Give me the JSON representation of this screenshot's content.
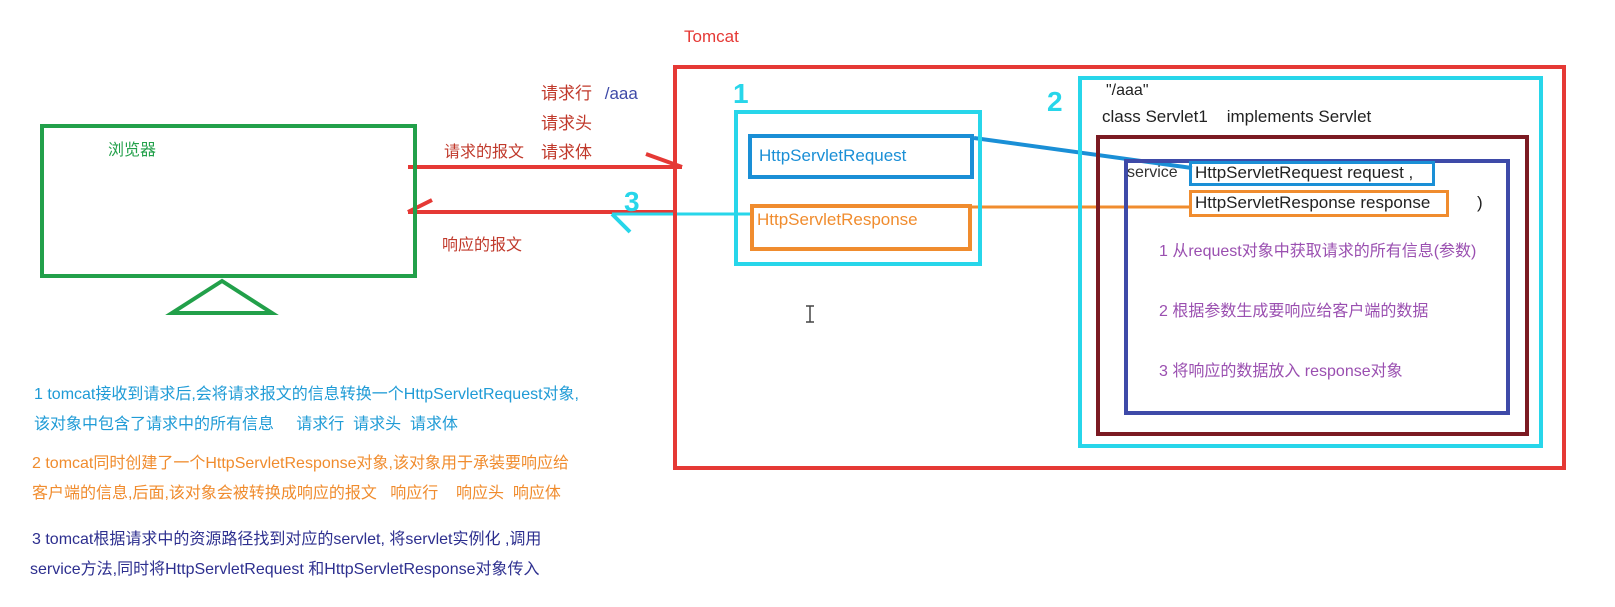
{
  "colors": {
    "red": "#e53935",
    "green": "#22a04a",
    "cyan": "#27d6ea",
    "blue": "#1a8fd6",
    "orange": "#f08c2e",
    "darkred": "#7b1a22",
    "indigo": "#3e4aa8",
    "purple": "#9a4fb0",
    "navy": "#2d2f8f"
  },
  "tomcat_label": "Tomcat",
  "browser": {
    "label": "浏览器"
  },
  "request": {
    "line": "请求行",
    "path": "/aaa",
    "header": "请求头",
    "body": "请求体",
    "message_label": "请求的报文"
  },
  "response": {
    "message_label": "响应的报文"
  },
  "step_numbers": {
    "one": "1",
    "two": "2",
    "three": "3"
  },
  "objects": {
    "request_object": "HttpServletRequest",
    "response_object": "HttpServletResponse"
  },
  "servlet": {
    "mapping": "\"/aaa\"",
    "class_decl": "class Servlet1    implements Servlet",
    "method_name": "service",
    "param_request": "HttpServletRequest request ,",
    "param_response": "HttpServletResponse response",
    "close_paren": ")",
    "steps": [
      "1 从request对象中获取请求的所有信息(参数)",
      "2 根据参数生成要响应给客户端的数据",
      "3 将响应的数据放入 response对象"
    ]
  },
  "notes": [
    {
      "lines": [
        "1 tomcat接收到请求后,会将请求报文的信息转换一个HttpServletRequest对象,",
        "该对象中包含了请求中的所有信息     请求行  请求头  请求体"
      ]
    },
    {
      "lines": [
        "2 tomcat同时创建了一个HttpServletResponse对象,该对象用于承装要响应给",
        "客户端的信息,后面,该对象会被转换成响应的报文   响应行    响应头  响应体"
      ]
    },
    {
      "lines": [
        "3 tomcat根据请求中的资源路径找到对应的servlet, 将servlet实例化 ,调用",
        "service方法,同时将HttpServletRequest 和HttpServletResponse对象传入"
      ]
    }
  ]
}
